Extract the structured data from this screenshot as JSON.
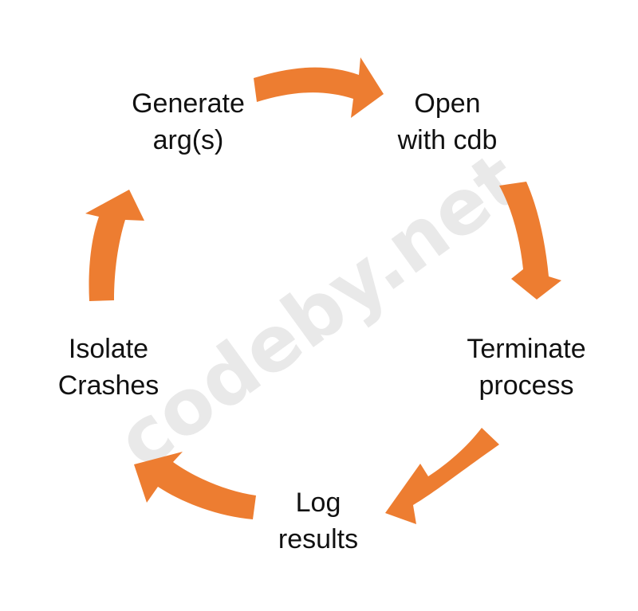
{
  "watermark": "codeby.net",
  "colors": {
    "arrow": "#ED7D31",
    "text": "#111111",
    "watermark": "#E9E9E9"
  },
  "steps": [
    {
      "lines": [
        "Generate",
        "arg(s)"
      ]
    },
    {
      "lines": [
        "Open",
        "with cdb"
      ]
    },
    {
      "lines": [
        "Terminate",
        "process"
      ]
    },
    {
      "lines": [
        "Log",
        "results"
      ]
    },
    {
      "lines": [
        "Isolate",
        "Crashes"
      ]
    }
  ]
}
